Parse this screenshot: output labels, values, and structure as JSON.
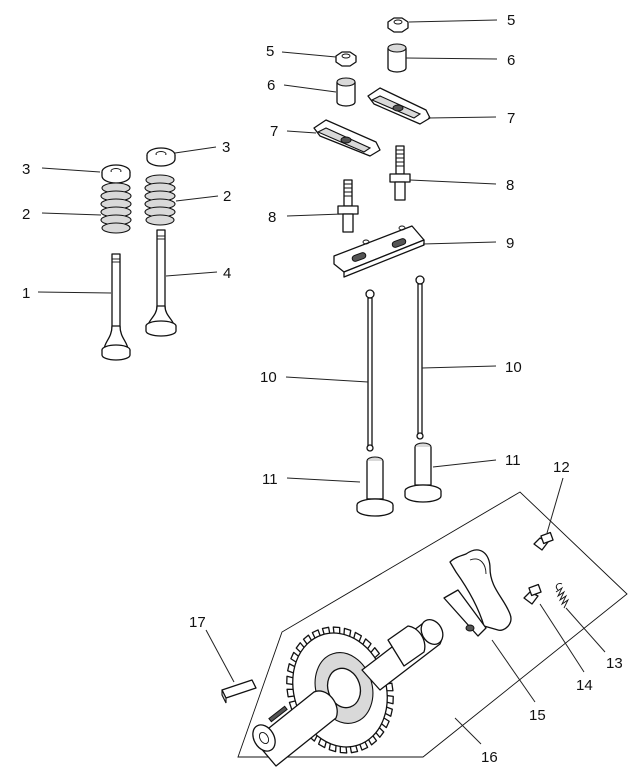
{
  "callouts": {
    "c1": "1",
    "c2_left": "2",
    "c2_right": "2",
    "c3_left": "3",
    "c3_right": "3",
    "c4": "4",
    "c5_top": "5",
    "c5_mid": "5",
    "c6_top": "6",
    "c6_mid": "6",
    "c7_left": "7",
    "c7_right": "7",
    "c8_left": "8",
    "c8_right": "8",
    "c9": "9",
    "c10_left": "10",
    "c10_right": "10",
    "c11_left": "11",
    "c11_right": "11",
    "c12": "12",
    "c13": "13",
    "c14": "14",
    "c15": "15",
    "c16": "16",
    "c17": "17"
  }
}
